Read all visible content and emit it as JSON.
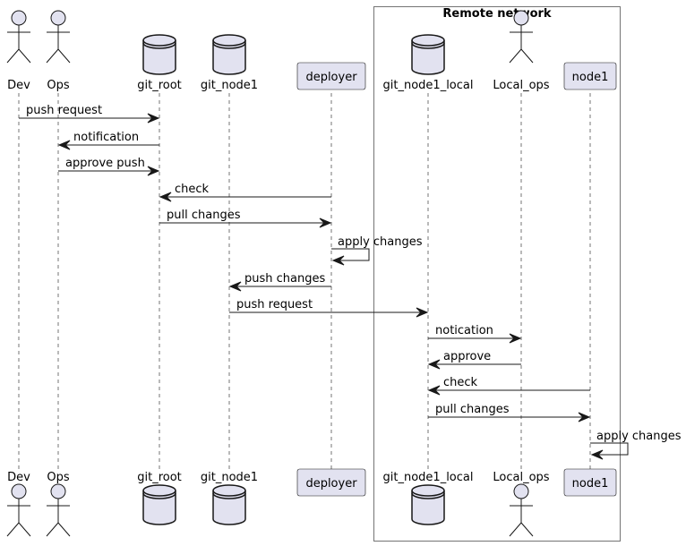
{
  "group": {
    "title": "Remote network"
  },
  "participants": [
    {
      "id": "dev",
      "label": "Dev",
      "kind": "actor"
    },
    {
      "id": "ops",
      "label": "Ops",
      "kind": "actor"
    },
    {
      "id": "git_root",
      "label": "git_root",
      "kind": "database"
    },
    {
      "id": "git_node1",
      "label": "git_node1",
      "kind": "database"
    },
    {
      "id": "deployer",
      "label": "deployer",
      "kind": "participant"
    },
    {
      "id": "git_node1_local",
      "label": "git_node1_local",
      "kind": "database"
    },
    {
      "id": "local_ops",
      "label": "Local_ops",
      "kind": "actor"
    },
    {
      "id": "node1",
      "label": "node1",
      "kind": "participant"
    }
  ],
  "messages": [
    {
      "from": "dev",
      "to": "git_root",
      "label": "push request"
    },
    {
      "from": "git_root",
      "to": "ops",
      "label": "notification"
    },
    {
      "from": "ops",
      "to": "git_root",
      "label": "approve push"
    },
    {
      "from": "deployer",
      "to": "git_root",
      "label": "check"
    },
    {
      "from": "git_root",
      "to": "deployer",
      "label": "pull changes"
    },
    {
      "from": "deployer",
      "to": "deployer",
      "label": "apply changes"
    },
    {
      "from": "deployer",
      "to": "git_node1",
      "label": "push changes"
    },
    {
      "from": "git_node1",
      "to": "git_node1_local",
      "label": "push request"
    },
    {
      "from": "git_node1_local",
      "to": "local_ops",
      "label": "notication"
    },
    {
      "from": "local_ops",
      "to": "git_node1_local",
      "label": "approve"
    },
    {
      "from": "node1",
      "to": "git_node1_local",
      "label": "check"
    },
    {
      "from": "git_node1_local",
      "to": "node1",
      "label": "pull changes"
    },
    {
      "from": "node1",
      "to": "node1",
      "label": "apply changes"
    }
  ]
}
